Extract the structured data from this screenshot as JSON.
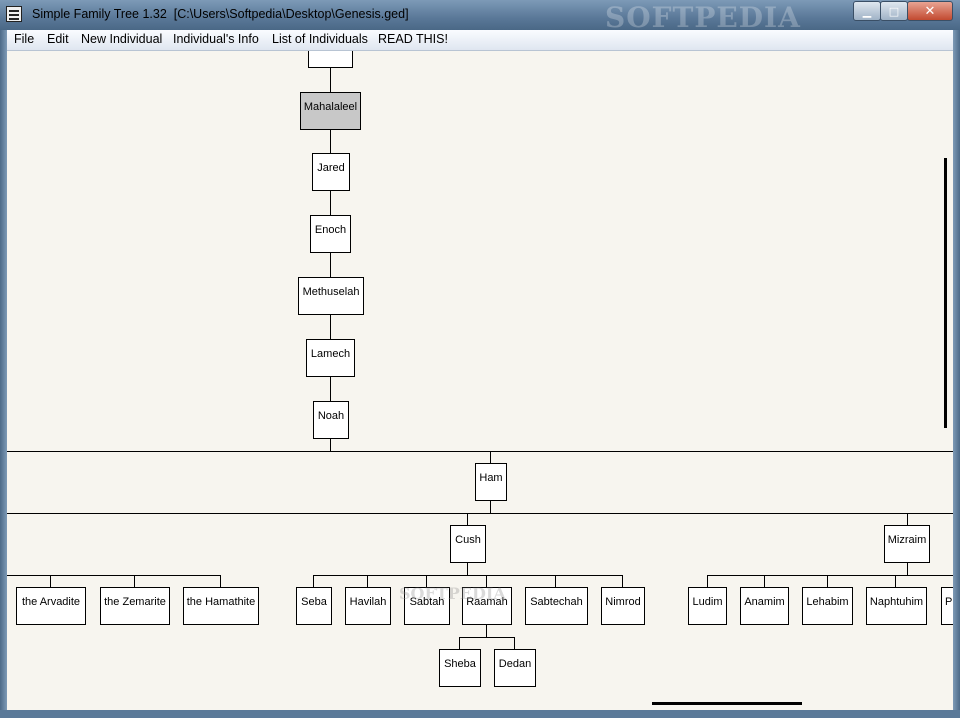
{
  "window": {
    "title": "Simple Family Tree 1.32  [C:\\Users\\Softpedia\\Desktop\\Genesis.ged]",
    "watermark": "SOFTPEDIA",
    "buttons": {
      "minimize": "▁",
      "maximize": "□",
      "close": "✕"
    }
  },
  "menu": {
    "file": "File",
    "edit": "Edit",
    "new_individual": "New Individual",
    "individuals_info": "Individual's Info",
    "list_of_individuals": "List of Individuals",
    "read_this": "READ THIS!"
  },
  "canvas_watermark": "SOFTPEDIA",
  "tree": {
    "lineage": [
      "Mahalaleel",
      "Jared",
      "Enoch",
      "Methuselah",
      "Lamech",
      "Noah"
    ],
    "selected": "Mahalaleel",
    "ham": "Ham",
    "ham_children": [
      "Cush",
      "Mizraim"
    ],
    "canaan_side": [
      "the Arvadite",
      "the Zemarite",
      "the Hamathite"
    ],
    "cush_children": [
      "Seba",
      "Havilah",
      "Sabtah",
      "Raamah",
      "Sabtechah",
      "Nimrod"
    ],
    "raamah_children": [
      "Sheba",
      "Dedan"
    ],
    "mizraim_children": [
      "Ludim",
      "Anamim",
      "Lehabim",
      "Naphtuhim",
      "P"
    ]
  }
}
